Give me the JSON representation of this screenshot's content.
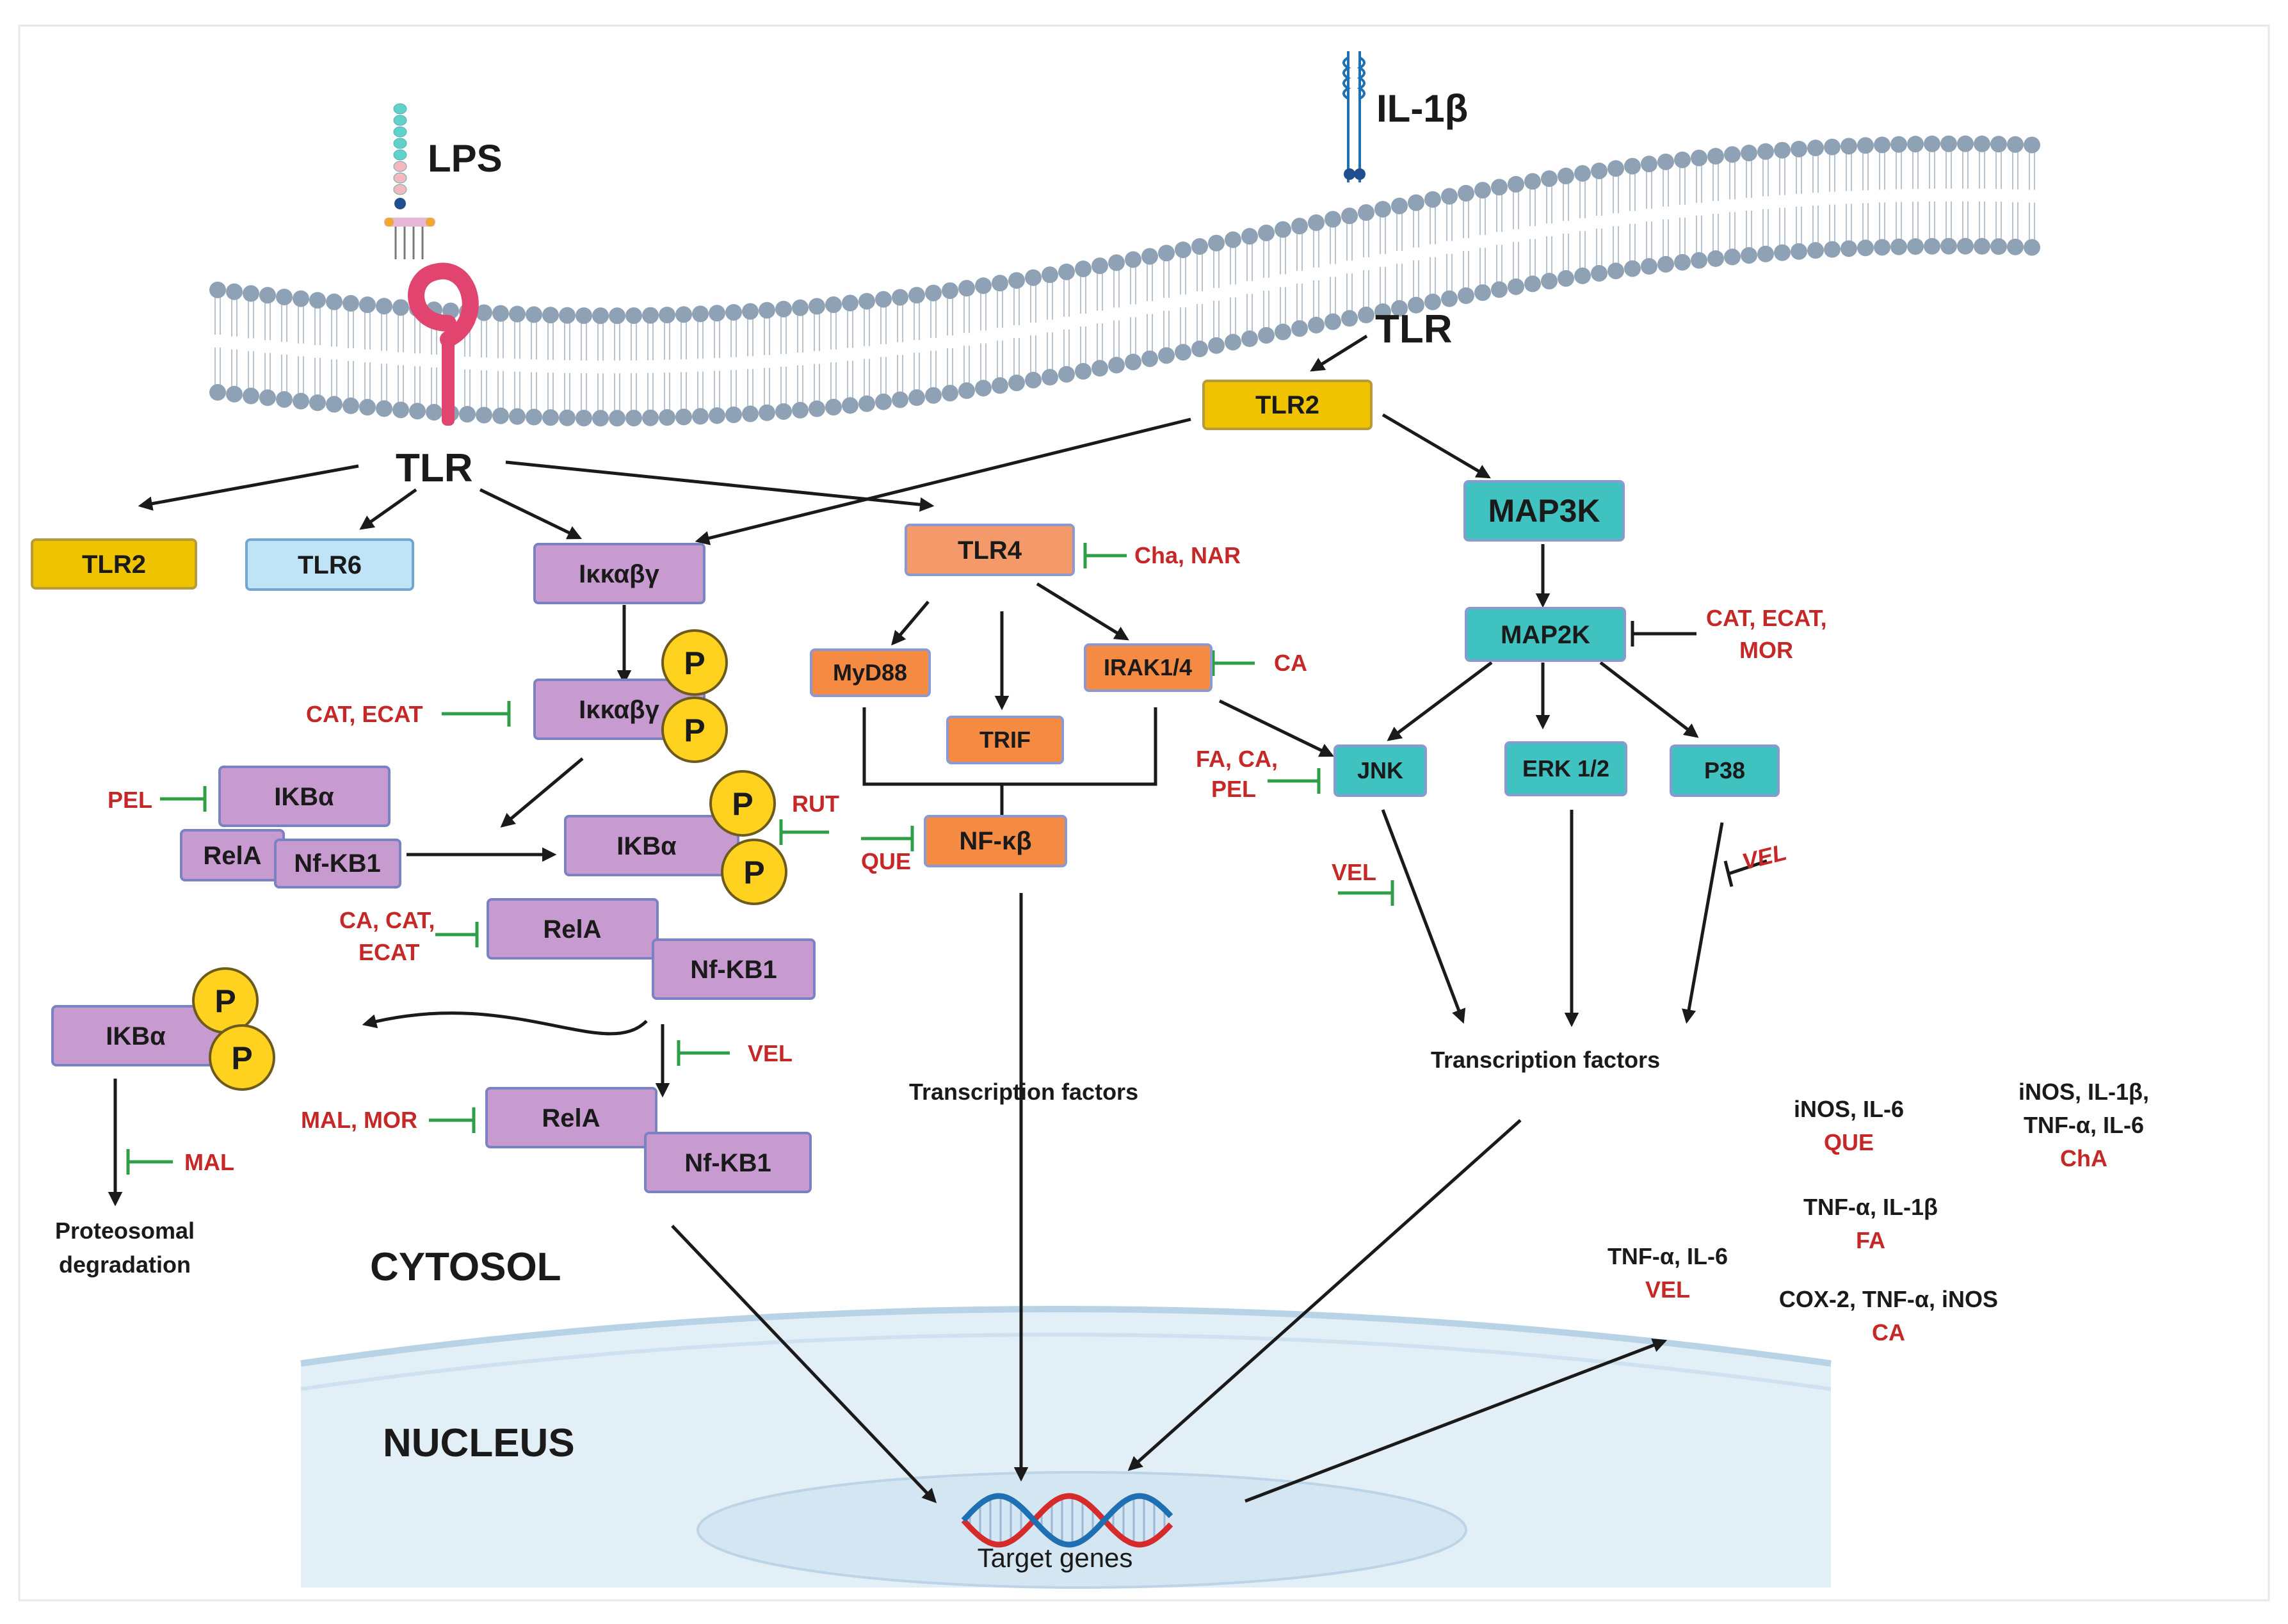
{
  "labels": {
    "lps": "LPS",
    "il1b": "IL-1β",
    "tlr_left": "TLR",
    "tlr_right": "TLR",
    "cytosol": "CYTOSOL",
    "nucleus": "NUCLEUS",
    "target_genes": "Target genes",
    "tf_middle": "Transcription factors",
    "tf_right": "Transcription factors",
    "proteosomal_1": "Proteosomal",
    "proteosomal_2": "degradation"
  },
  "boxes": {
    "tlr2_left": "TLR2",
    "tlr6": "TLR6",
    "ikk_1": "Iκκαβγ",
    "ikk_2": "Iκκαβγ",
    "ikba_free": "IKBα",
    "rela_1": "RelA",
    "nfkb1_1": "Nf-KB1",
    "ikba_p": "IKBα",
    "rela_2": "RelA",
    "nfkb1_2": "Nf-KB1",
    "ikba_deg": "IKBα",
    "rela_3": "RelA",
    "nfkb1_3": "Nf-KB1",
    "tlr4": "TLR4",
    "myd88": "MyD88",
    "trif": "TRIF",
    "irak": "IRAK1/4",
    "nfkb": "NF-κβ",
    "tlr2_right": "TLR2",
    "map3k": "MAP3K",
    "map2k": "MAP2K",
    "jnk": "JNK",
    "erk": "ERK 1/2",
    "p38": "P38"
  },
  "phospho": "P",
  "inhibitors": {
    "cha_nar": "Cha, NAR",
    "ca_irak": "CA",
    "cat_ecat_ikk": "CAT, ECAT",
    "pel_ikba": "PEL",
    "rut": "RUT",
    "que_nfkb": "QUE",
    "ca_cat_ecat_1": "CA, CAT,",
    "ca_cat_ecat_2": "ECAT",
    "vel_nfkb1": "VEL",
    "mal_mor": "MAL, MOR",
    "mal": "MAL",
    "fa_ca_pel_1": "FA, CA,",
    "fa_ca_pel_2": "PEL",
    "vel_jnk": "VEL",
    "vel_p38": "VEL",
    "cat_ecat_mor_1": "CAT, ECAT,",
    "cat_ecat_mor_2": "MOR"
  },
  "effects": {
    "e1_genes": "iNOS, IL-6",
    "e1_agent": "QUE",
    "e2_genes_1": "iNOS, IL-1β,",
    "e2_genes_2": "TNF-α, IL-6",
    "e2_agent": "ChA",
    "e3_genes": "TNF-α, IL-1β",
    "e3_agent": "FA",
    "e4_genes": "TNF-α, IL-6",
    "e4_agent": "VEL",
    "e5_genes": "COX-2, TNF-α, iNOS",
    "e5_agent": "CA"
  },
  "colors": {
    "tlr2": "#f0c300",
    "tlr6": "#bfe3f7",
    "purple": "#c89bd0",
    "orange": "#f58a43",
    "tlr4": "#f49a6a",
    "teal": "#3fc2c0",
    "phospho": "#ffd21f",
    "inhibit_green": "#2e9e47",
    "inhibit_red_text": "#c62828",
    "membrane_head": "#8fa2b5",
    "nucleus": "#e3eff7",
    "dna_red": "#d62b2b",
    "dna_blue": "#1f6fb3"
  }
}
